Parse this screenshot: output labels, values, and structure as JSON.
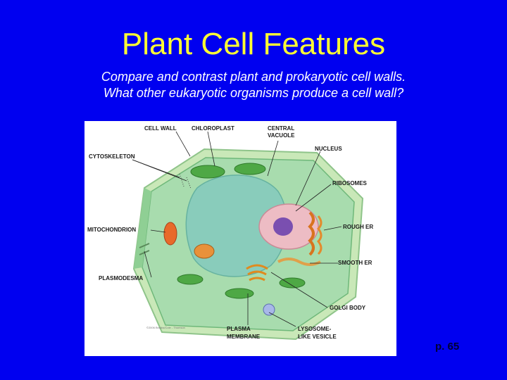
{
  "slide": {
    "title": "Plant Cell Features",
    "subtitle_line1": "Compare and contrast plant and prokaryotic cell walls.",
    "subtitle_line2": "What other eukaryotic organisms produce a cell wall?",
    "page_ref": "p. 65"
  },
  "figure": {
    "labels": {
      "cell_wall": "CELL WALL",
      "chloroplast": "CHLOROPLAST",
      "central_vacuole_1": "CENTRAL",
      "central_vacuole_2": "VACUOLE",
      "nucleus": "NUCLEUS",
      "cytoskeleton": "CYTOSKELETON",
      "ribosomes": "RIBOSOMES",
      "mitochondrion": "MITOCHONDRION",
      "rough_er": "ROUGH ER",
      "smooth_er": "SMOOTH ER",
      "plasmodesma": "PLASMODESMA",
      "golgi_body": "GOLGI BODY",
      "plasma_membrane_1": "PLASMA",
      "plasma_membrane_2": "MEMBRANE",
      "lysosome_1": "LYSOSOME-",
      "lysosome_2": "LIKE VESICLE"
    },
    "copyright": "©2006 Brooks/Cole - Thomson",
    "colors": {
      "cell_wall": "#b8e0a8",
      "cytoplasm": "#9fd3a8",
      "vacuole": "#7fc4b6",
      "nucleus": "#e8b0b8",
      "nucleolus": "#7a4fb0",
      "chloroplast": "#3f9a3a",
      "mitochondrion": "#e86a2a"
    }
  }
}
